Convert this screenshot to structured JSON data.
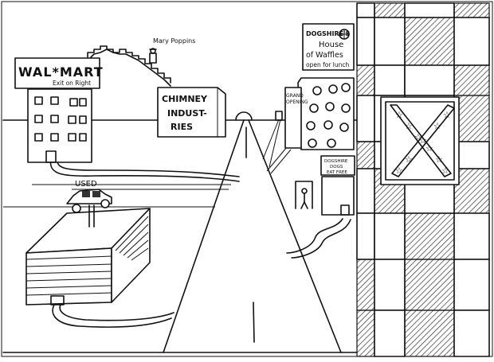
{
  "walmart_sign": {
    "name": "WAL*MART",
    "sub": "Exit on Right"
  },
  "mary_poppins_label": "Mary Poppins",
  "chimney_sign": {
    "line1": "CHIMNEY",
    "line2": "INDUST-",
    "line3": "RIES"
  },
  "waffle_sign": {
    "line1": "DOGSHIRE'S",
    "line2": "House",
    "line3": "of Waffles",
    "line4": "open for lunch"
  },
  "small_building_label": {
    "line1": "GRAND",
    "line2": "OPENING"
  },
  "eat_sign": {
    "line1": "DOGSHIRE",
    "line2": "DOGS",
    "line3": "EAT FREE"
  },
  "used_sign": "USED"
}
